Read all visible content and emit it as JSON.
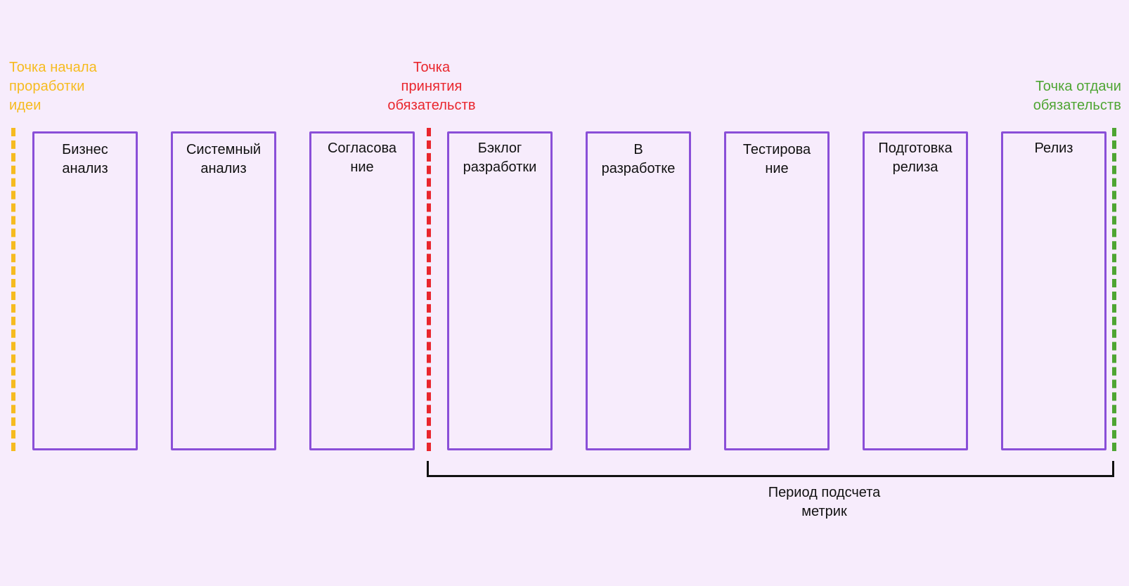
{
  "colors": {
    "background": "#f7ecfc",
    "stage_border": "#8a4fd8",
    "idea_start": "#f6bb1f",
    "commitment_accept": "#e9262d",
    "commitment_deliver": "#4ea533",
    "bracket": "#111111",
    "text": "#111111"
  },
  "markers": {
    "idea_start": {
      "lines": [
        "Точка начала",
        "проработки",
        "идеи"
      ]
    },
    "commitment_accept": {
      "lines": [
        "Точка",
        "принятия",
        "обязательств"
      ]
    },
    "commitment_deliver": {
      "lines": [
        "Точка отдачи",
        "обязательств"
      ]
    }
  },
  "stages": [
    {
      "lines": [
        "Бизнес",
        "анализ"
      ]
    },
    {
      "lines": [
        "Системный",
        "анализ"
      ]
    },
    {
      "lines": [
        "Согласова",
        "ние"
      ]
    },
    {
      "lines": [
        "Бэклог",
        "разработки"
      ]
    },
    {
      "lines": [
        "В",
        "разработке"
      ]
    },
    {
      "lines": [
        "Тестирова",
        "ние"
      ]
    },
    {
      "lines": [
        "Подготовка",
        "релиза"
      ]
    },
    {
      "lines": [
        "Релиз"
      ]
    }
  ],
  "period": {
    "lines": [
      "Период подсчета",
      "метрик"
    ]
  }
}
